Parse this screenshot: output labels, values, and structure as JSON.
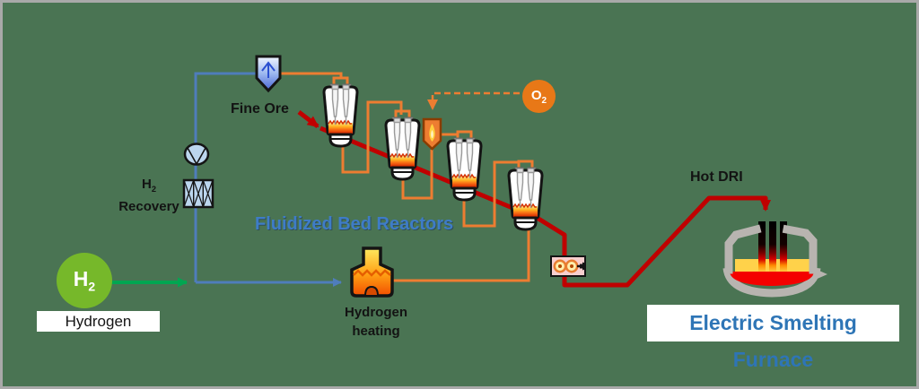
{
  "diagram": {
    "labels": {
      "fine_ore": "Fine Ore",
      "fluidized_bed_reactors": "Fluidized Bed Reactors",
      "hot_dri": "Hot DRI",
      "electric_smelting_furnace": "Electric Smelting Furnace",
      "hydrogen_heating": {
        "line1": "Hydrogen",
        "line2": "heating"
      },
      "h2_recovery": {
        "formula_main": "H",
        "formula_sub": "2",
        "line2": "Recovery"
      },
      "hydrogen_source": {
        "formula_main": "H",
        "formula_sub": "2",
        "caption": "Hydrogen"
      },
      "oxygen": {
        "formula_main": "O",
        "formula_sub": "2"
      }
    },
    "icons": {
      "scrubber": "shield-scrubber-icon",
      "compressor": "fan-circle-icon",
      "recovery_unit": "crosshatch-exchanger-icon",
      "reactor": "fluidized-bed-reactor-icon",
      "o2_burner": "flame-vessel-icon",
      "hydrogen_heater": "furnace-flame-icon",
      "discharge_device": "roller-press-icon",
      "smelting_furnace": "electric-smelter-icon"
    },
    "reactor_count": 4
  },
  "colors": {
    "background": "#4a7453",
    "frame": "#a9a9a9",
    "pipe_orange": "#ed7d31",
    "line_blue": "#4f7dbb",
    "flow_red": "#c00000",
    "arrow_green": "#00a651",
    "heading_blue": "#3e7cc7",
    "esf_text_blue": "#2e75b6",
    "h2_green": "#76b82a",
    "o2_orange": "#e87817"
  }
}
